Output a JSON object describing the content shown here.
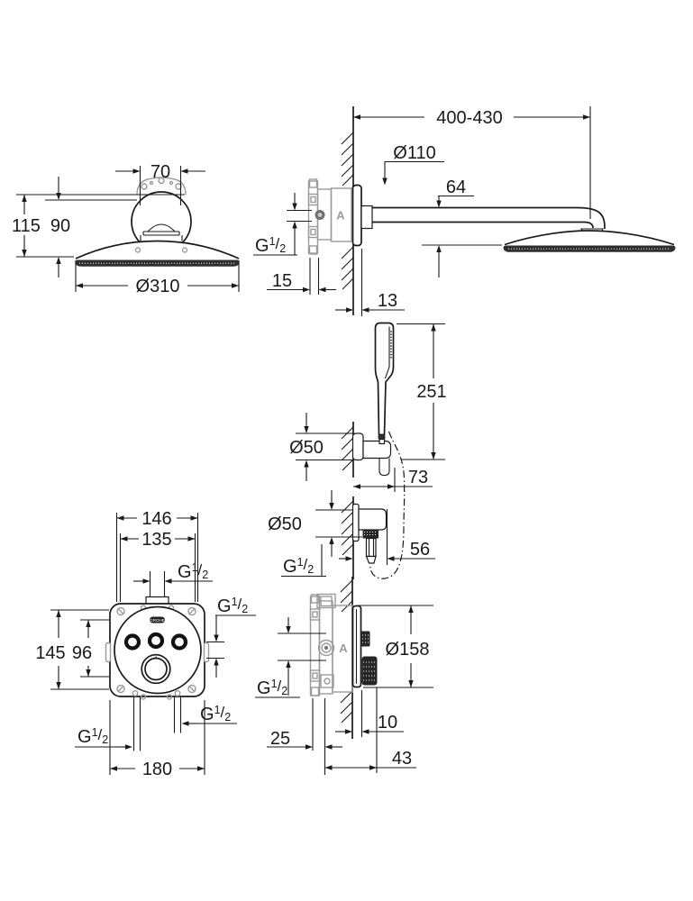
{
  "colors": {
    "line": "#1a1a1a",
    "concealed_part_gray": "#9b9b9b",
    "spray_face_dark": "#2f2f2f"
  },
  "labels": {
    "g_half": {
      "g": "G",
      "sup": "1",
      "slash": "/",
      "sub": "2"
    },
    "body_letter": "A",
    "logo": "GROHE"
  },
  "views": {
    "head_front": {
      "dims": {
        "top_width": "70",
        "total_height": "115",
        "dome_height": "90",
        "diameter": "Ø310"
      }
    },
    "head_side": {
      "dims": {
        "arm_reach": "400-430",
        "flange_diameter": "Ø110",
        "arm_drop": "64",
        "plate_offset": "15",
        "wall_offset": "13"
      }
    },
    "hand_shower": {
      "dims": {
        "length": "251",
        "holder_diameter": "Ø50",
        "holder_depth": "73",
        "outlet_diameter": "Ø50",
        "outlet_depth": "56"
      }
    },
    "mixer_front": {
      "dims": {
        "width_outer": "146",
        "width_inner": "135",
        "height_outer": "145",
        "height_inner": "96",
        "plate_width": "180"
      }
    },
    "mixer_side": {
      "dims": {
        "plate_diameter": "Ø158",
        "body_depth": "25",
        "plate_depth": "10",
        "knob_depth": "43"
      }
    }
  }
}
